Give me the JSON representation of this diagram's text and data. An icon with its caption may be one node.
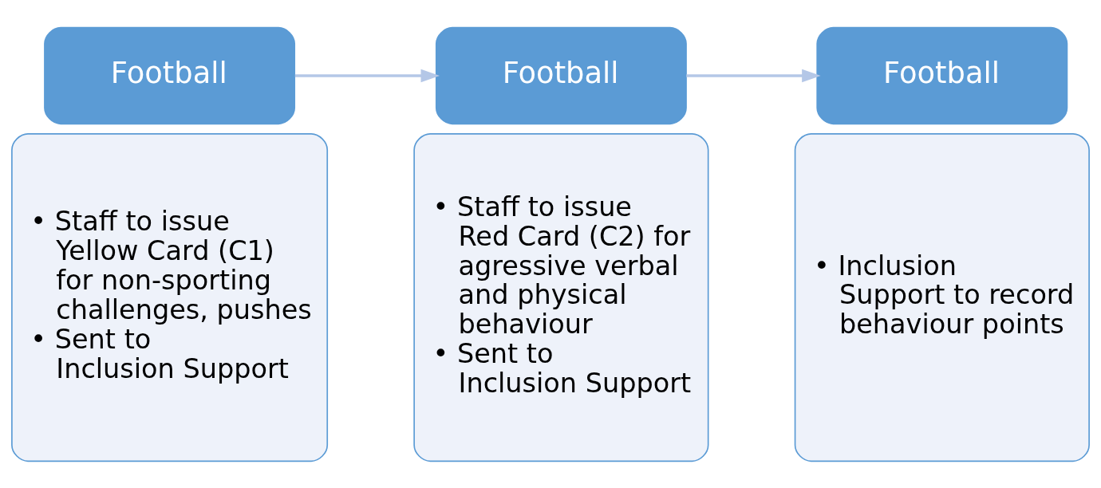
{
  "diagram": {
    "nodes": [
      {
        "text": [
          "Football"
        ]
      },
      {
        "text": [
          "• Staff to issue Yellow Card (C1) for non-sporting challenges, pushes",
          "• Sent to Inclusion Support"
        ]
      },
      {
        "text": [
          "Football"
        ]
      },
      {
        "text": [
          "• Staff to issue Red Card (C2) for agressive verbal and physical behaviour",
          "• Sent to Inclusion Support"
        ]
      },
      {
        "text": [
          "Football"
        ]
      },
      {
        "text": [
          "• Inclusion Support to record behaviour points"
        ]
      }
    ],
    "edges": [
      {
        "from": 0,
        "to": 2,
        "arrow": "to",
        "color": "#b4c7e7"
      },
      {
        "from": 2,
        "to": 4,
        "arrow": "to",
        "color": "#b4c7e7"
      }
    ]
  }
}
